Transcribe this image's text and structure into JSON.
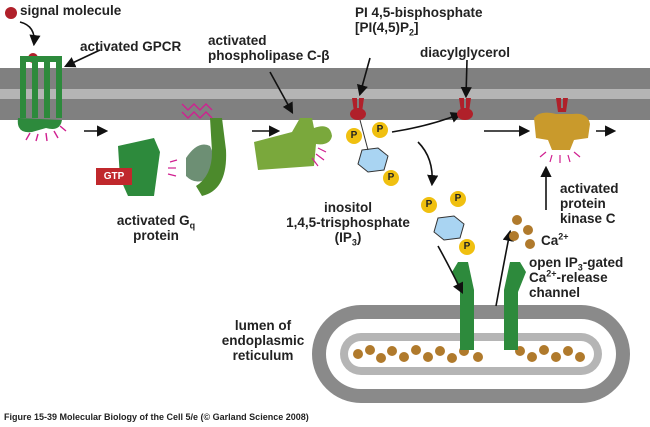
{
  "labels": {
    "signal_molecule": "signal molecule",
    "activated_gpcr": "activated GPCR",
    "activated_plc": [
      "activated",
      "phospholipase C-β"
    ],
    "pip2": [
      "PI 4,5-bisphosphate",
      "[PI(4,5)P",
      "2",
      "]"
    ],
    "diacylglycerol": "diacylglycerol",
    "gtp": "GTP",
    "phosphate": "P",
    "activated_gq": [
      "activated G",
      "q",
      "protein"
    ],
    "ip3": [
      "inositol",
      "1,4,5-trisphosphate",
      "(IP",
      "3",
      ")"
    ],
    "pkc": [
      "activated",
      "protein",
      "kinase C"
    ],
    "calcium": [
      "Ca",
      "2+"
    ],
    "channel": [
      "open IP",
      "3",
      "-gated",
      "Ca",
      "2+",
      "-release",
      "channel"
    ],
    "lumen": [
      "lumen of",
      "endoplasmic",
      "reticulum"
    ]
  },
  "caption": "Figure 15-39  Molecular Biology of the Cell 5/e (© Garland Science 2008)",
  "colors": {
    "membrane": "#808080",
    "membrane_inner": "#b5b5b5",
    "gpcr": "#2d8a3c",
    "gq": "#4c8a2c",
    "plc": "#7aa83c",
    "lipid_head": "#b0202a",
    "phosphate": "#f0c010",
    "inositol": "#a9d4f2",
    "pkc": "#c99a2c",
    "calcium": "#b07a2c",
    "gtp_box": "#c0282c",
    "magenta": "#d02090"
  }
}
